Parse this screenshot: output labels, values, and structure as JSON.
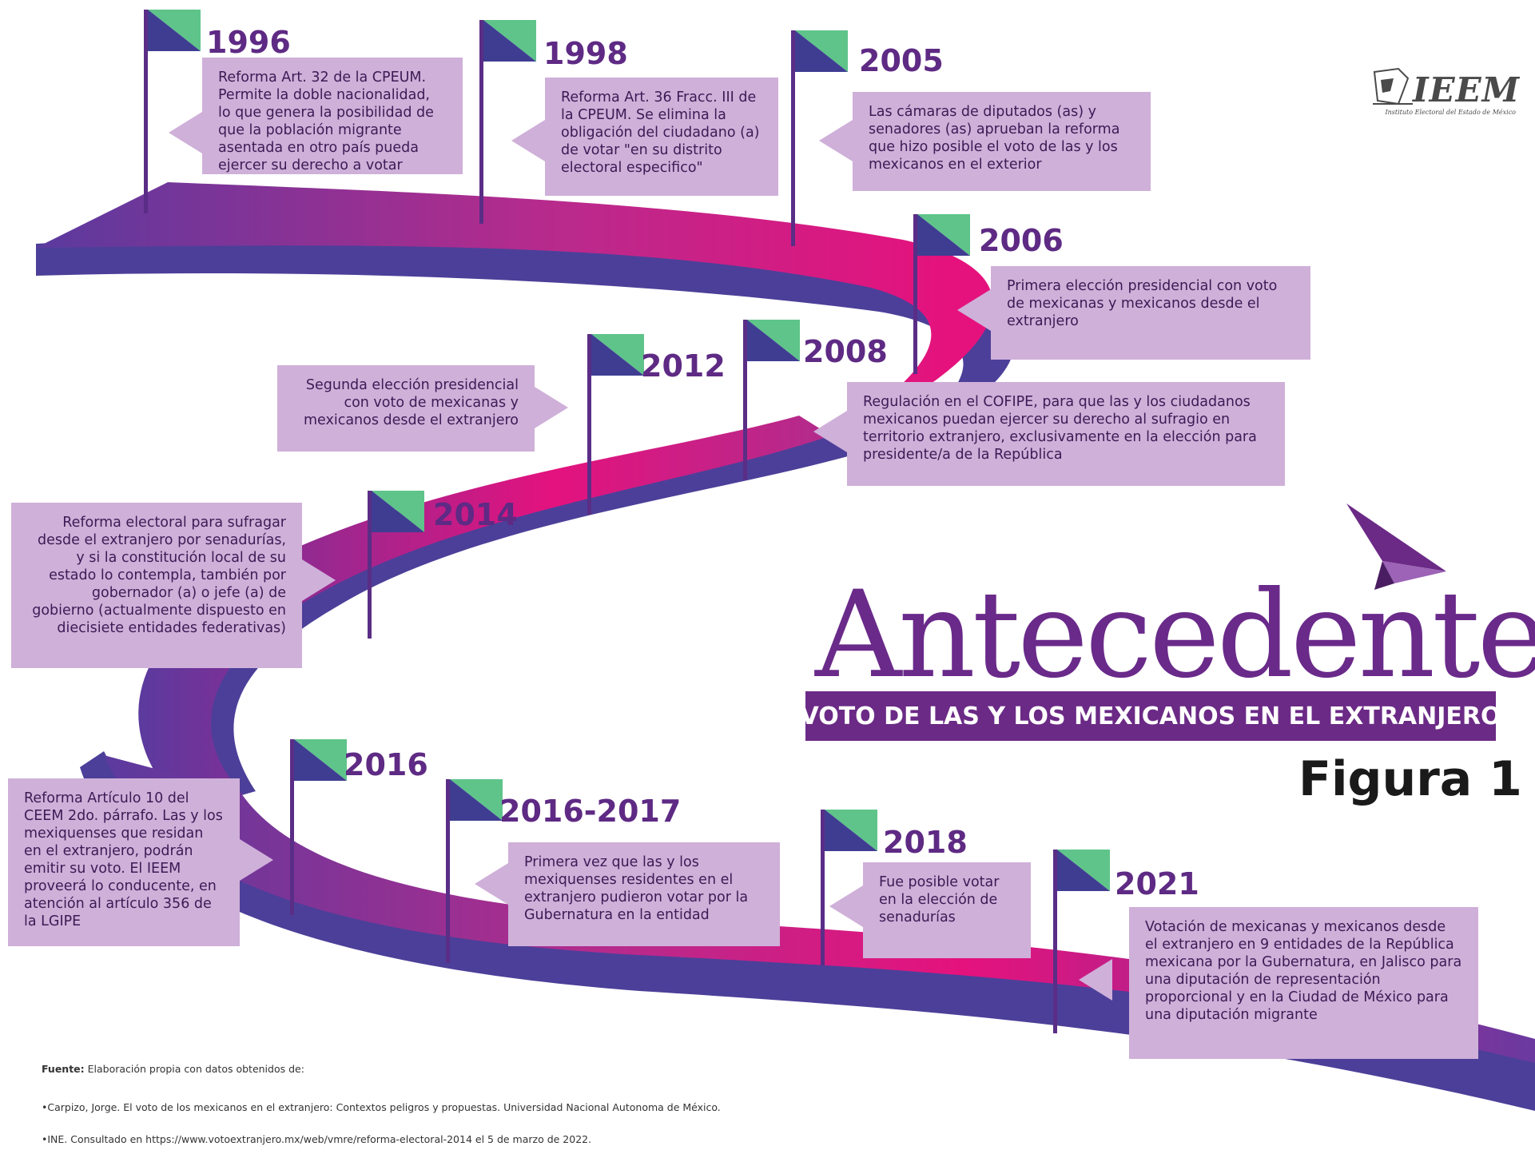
{
  "title": "Antecedentes",
  "subtitle": "VOTO DE LAS Y LOS MEXICANOS EN EL EXTRANJERO",
  "figure_label": "Figura 1",
  "logo": {
    "text": "IEEM",
    "subtext": "Instituto Electoral del Estado de México"
  },
  "colors": {
    "road_top_left": "#5b3a9e",
    "road_top_mid": "#e0137f",
    "road_side": "#4c3f99",
    "card": "#cfb0d9",
    "flag_green": "#5fc48a",
    "flag_blue": "#3f3d92",
    "title": "#6a2a8a"
  },
  "milestones": [
    {
      "year": "1996",
      "text": "Reforma Art. 32 de la CPEUM. Permite la doble nacionalidad, lo que genera la posibilidad de que la población migrante asentada en otro país pueda ejercer su derecho a votar"
    },
    {
      "year": "1998",
      "text": "Reforma Art. 36 Fracc. III de la CPEUM. Se elimina la obligación del ciudadano (a) de votar \"en su distrito electoral especifico\""
    },
    {
      "year": "2005",
      "text": "Las cámaras de diputados (as) y senadores (as) aprueban la reforma que hizo posible el voto de las y los mexicanos en el exterior"
    },
    {
      "year": "2006",
      "text": "Primera elección presidencial con voto de mexicanas y mexicanos desde el extranjero"
    },
    {
      "year": "2008",
      "text": "Regulación en el COFIPE, para que las y los ciudadanos mexicanos puedan ejercer su derecho al sufragio en territorio extranjero, exclusivamente en la elección para presidente/a de la República"
    },
    {
      "year": "2012",
      "text": "Segunda elección presidencial con voto de mexicanas y mexicanos desde el extranjero"
    },
    {
      "year": "2014",
      "text": "Reforma electoral para sufragar desde el extranjero por senadurías, y si la constitución local de su estado lo contempla, también por gobernador (a) o jefe (a) de gobierno (actualmente dispuesto en diecisiete entidades federativas)"
    },
    {
      "year": "2016",
      "text": "Reforma Artículo 10 del CEEM 2do. párrafo. Las y los mexiquenses que residan en el extranjero, podrán emitir su voto. El IEEM proveerá lo conducente, en atención al artículo 356 de la LGIPE"
    },
    {
      "year": "2016-2017",
      "text": "Primera vez que las y los mexiquenses residentes en el extranjero pudieron votar por la Gubernatura en la entidad"
    },
    {
      "year": "2018",
      "text": "Fue posible votar en la elección de senadurías"
    },
    {
      "year": "2021",
      "text": "Votación de mexicanas y mexicanos desde el extranjero en 9 entidades de la República mexicana por la Gubernatura, en Jalisco para una diputación de representación proporcional y en la Ciudad de México para una diputación migrante"
    }
  ],
  "sources": {
    "label": "Fuente:",
    "intro": " Elaboración propia con datos obtenidos de:",
    "items": [
      "•Carpizo, Jorge. El voto de los mexicanos en el extranjero: Contextos peligros y propuestas. Universidad Nacional Autonoma de México.",
      "•INE. Consultado en https://www.votoextranjero.mx/web/vmre/reforma-electoral-2014 el 5 de marzo de 2022."
    ]
  }
}
